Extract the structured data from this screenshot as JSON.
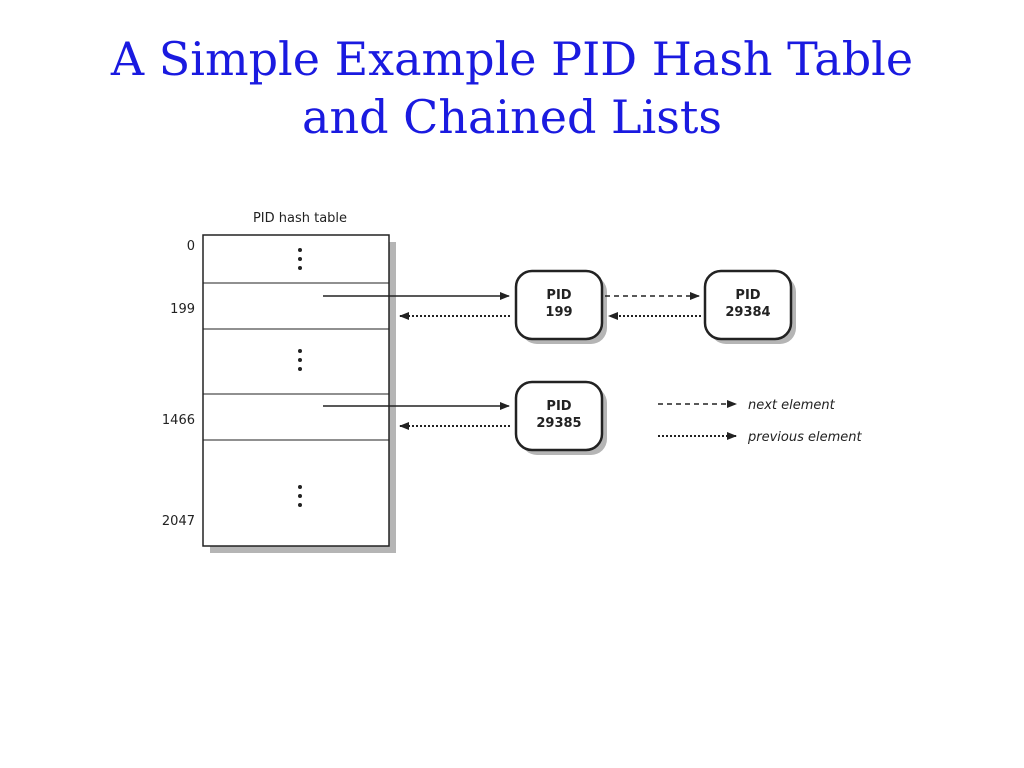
{
  "title": {
    "line1": "A Simple Example PID Hash Table",
    "line2": "and Chained Lists"
  },
  "diagram": {
    "table_label": "PID hash table",
    "row_indices": [
      "0",
      "199",
      "1466",
      "2047"
    ],
    "nodes": [
      {
        "label": "PID",
        "value": "199"
      },
      {
        "label": "PID",
        "value": "29384"
      },
      {
        "label": "PID",
        "value": "29385"
      }
    ],
    "legend": {
      "next": "next element",
      "previous": "previous element"
    }
  },
  "colors": {
    "title": "#1a1ae0",
    "lines": "#222222",
    "shadow": "#b5b5b5"
  }
}
